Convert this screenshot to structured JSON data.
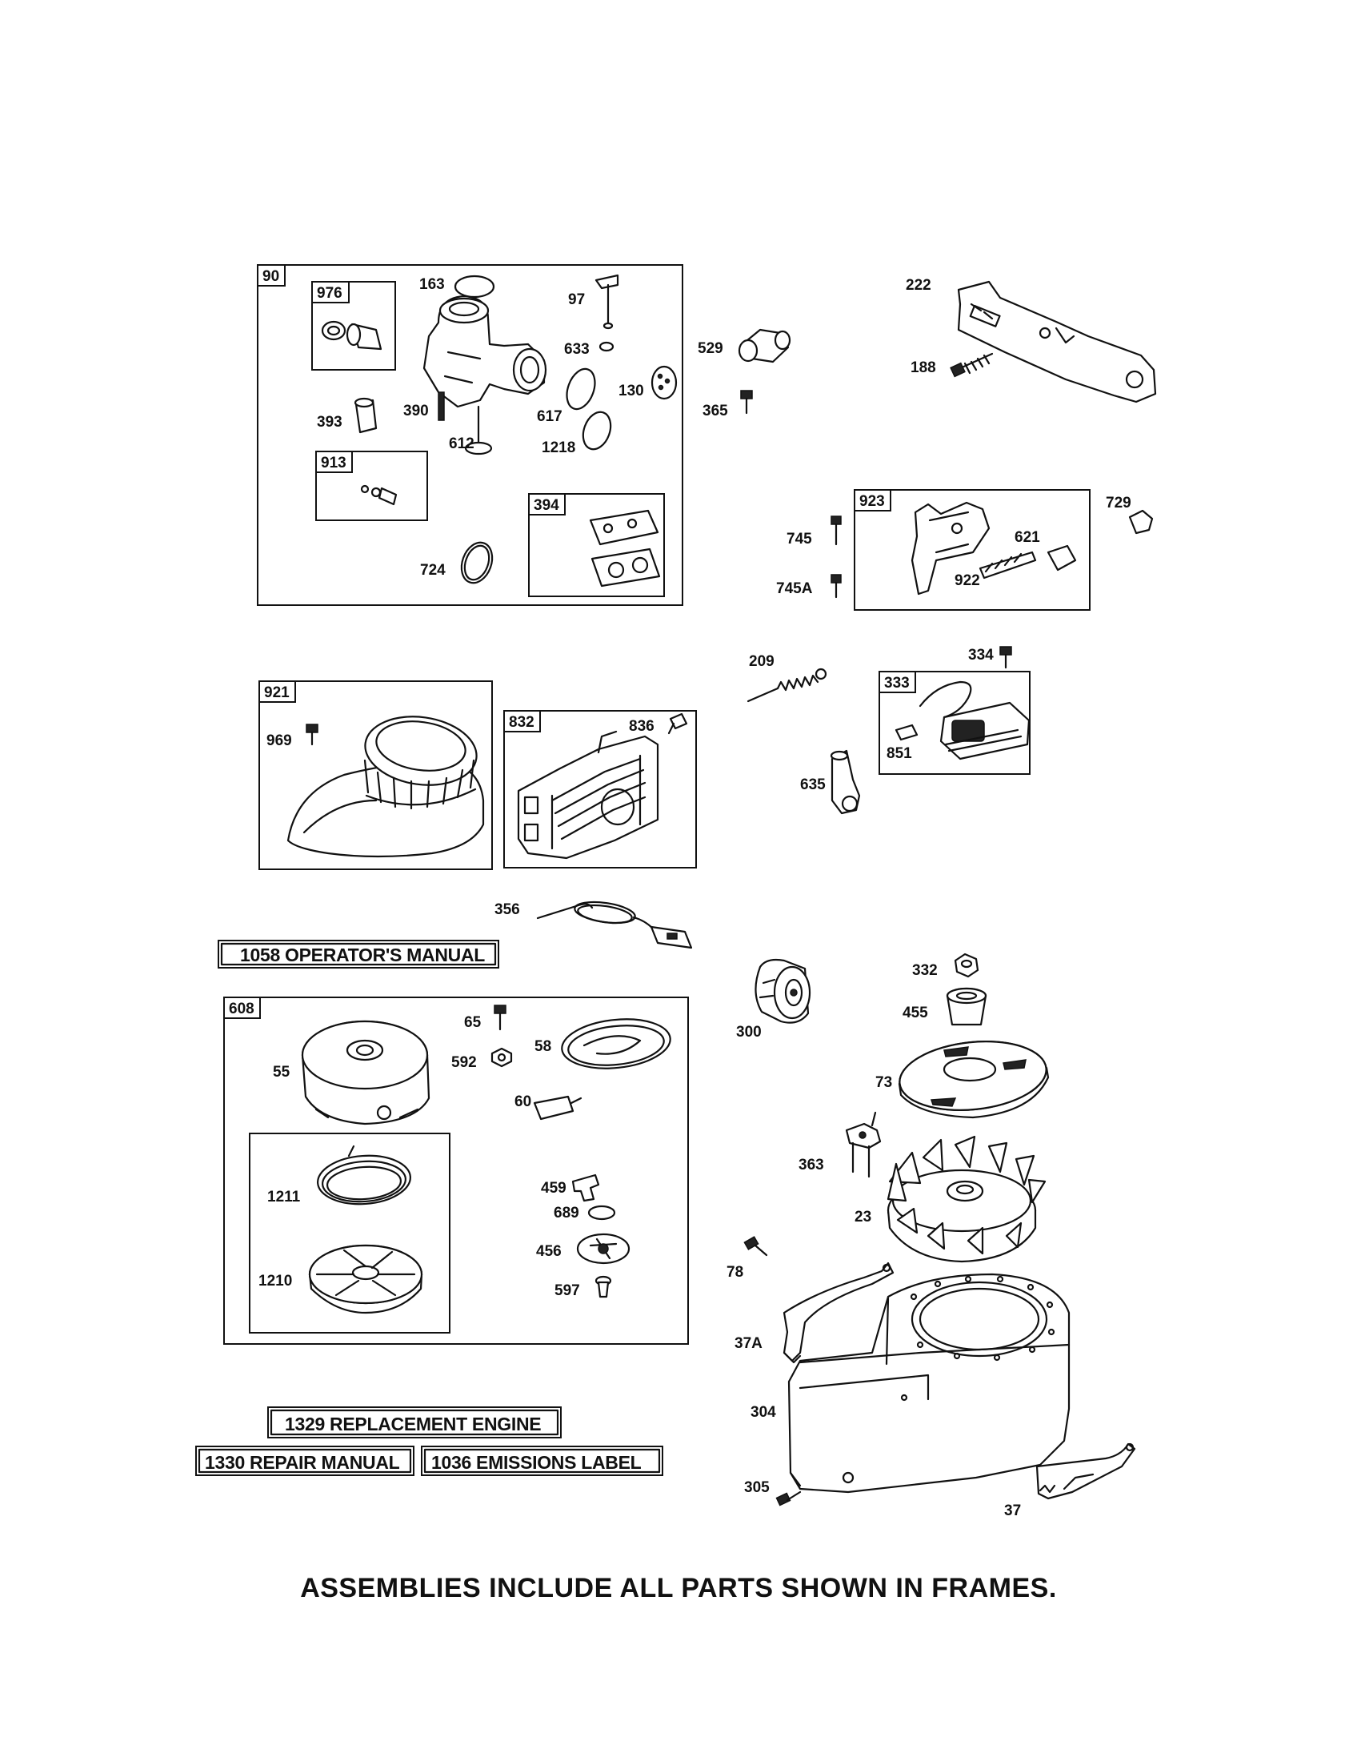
{
  "frames": {
    "f90": "90",
    "f976": "976",
    "f913": "913",
    "f394": "394",
    "f923": "923",
    "f921": "921",
    "f832": "832",
    "f333": "333",
    "f608": "608"
  },
  "callouts": {
    "p163": "163",
    "p97": "97",
    "p633": "633",
    "p130": "130",
    "p617": "617",
    "p1218": "1218",
    "p612": "612",
    "p390": "390",
    "p393": "393",
    "p724": "724",
    "p529": "529",
    "p365": "365",
    "p222": "222",
    "p188": "188",
    "p745": "745",
    "p745A": "745A",
    "p729": "729",
    "p621": "621",
    "p922": "922",
    "p209": "209",
    "p334": "334",
    "p851": "851",
    "p635": "635",
    "p969": "969",
    "p836": "836",
    "p356": "356",
    "p65": "65",
    "p592": "592",
    "p58": "58",
    "p55": "55",
    "p60": "60",
    "p1211": "1211",
    "p1210": "1210",
    "p459": "459",
    "p689": "689",
    "p456": "456",
    "p597": "597",
    "p300": "300",
    "p332": "332",
    "p455": "455",
    "p73": "73",
    "p363": "363",
    "p23": "23",
    "p78": "78",
    "p37A": "37A",
    "p304": "304",
    "p305": "305",
    "p37": "37"
  },
  "boxed_labels": {
    "operators_manual": "1058 OPERATOR'S MANUAL",
    "replacement_engine": "1329 REPLACEMENT ENGINE",
    "repair_manual": "1330 REPAIR MANUAL",
    "emissions_label": "1036 EMISSIONS LABEL"
  },
  "footer": "ASSEMBLIES INCLUDE ALL PARTS SHOWN IN FRAMES."
}
